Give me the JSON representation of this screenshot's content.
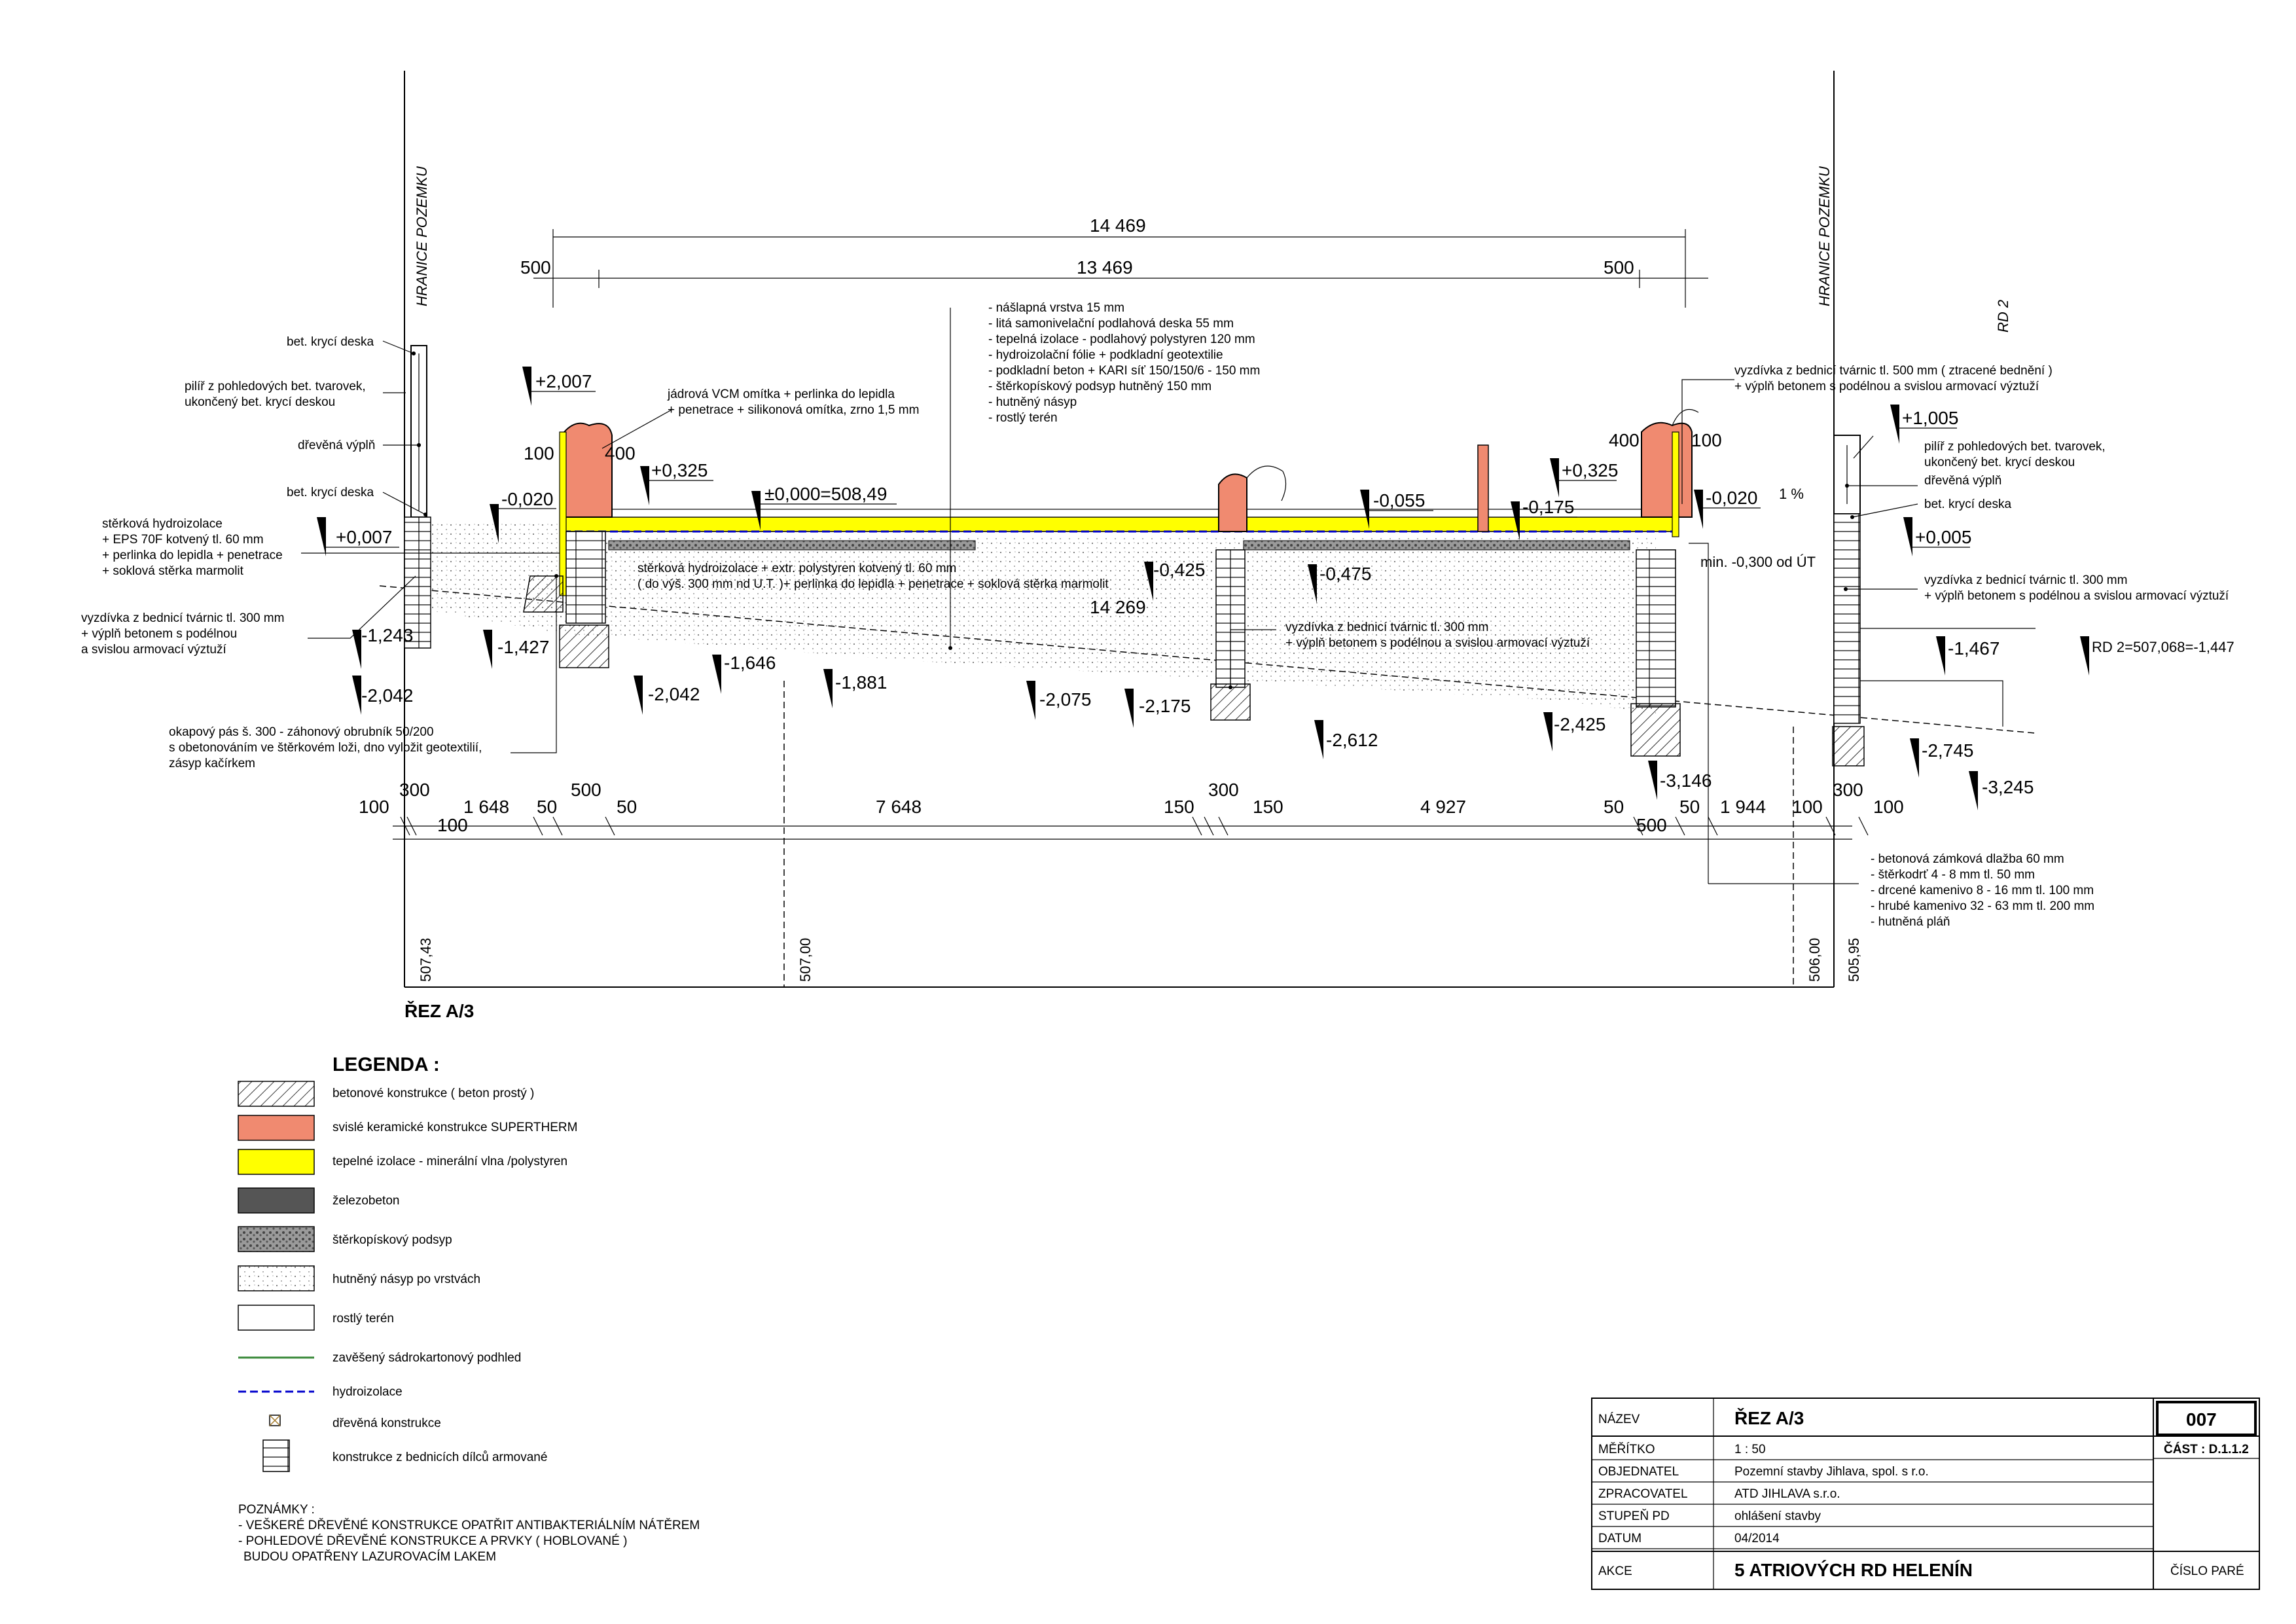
{
  "colors": {
    "concrete": "#ffffff",
    "ceramic": "#f08a70",
    "insulation": "#ffff00",
    "reinforced_concrete": "#555555",
    "gravel": "#7a7a7a",
    "hydro": "#0000cc",
    "ceiling": "#3a8a3a",
    "soil": "#f2f2f2"
  },
  "dimensions": {
    "top_overall": "14 469",
    "top_left_500": "500",
    "top_middle": "13 469",
    "top_right_500": "500",
    "inner_14269": "14 269",
    "bottom": [
      "100",
      "300",
      "1 648",
      "50",
      "500",
      "50",
      "7 648",
      "150",
      "300",
      "150",
      "4 927",
      "50",
      "500",
      "50",
      "1 944",
      "100",
      "300",
      "100"
    ],
    "bottom_100_under": "100",
    "bottom_500_under": "500",
    "wall_left_100": "100",
    "wall_left_400": "400",
    "wall_right_400": "400",
    "wall_right_100": "100"
  },
  "levels": {
    "l_2007": "+2,007",
    "l_0007": "+0,007",
    "l_m0020_left": "-0,020",
    "l_0325_left": "+0,325",
    "l_zero": "±0,000=508,49",
    "l_m0055": "-0,055",
    "l_m0175": "-0,175",
    "l_0325_right": "+0,325",
    "l_m0020_right": "-0,020",
    "slope": "1 %",
    "l_1005": "+1,005",
    "l_0005": "+0,005",
    "l_m0425": "-0,425",
    "l_m0475": "-0,475",
    "min_note": "min. -0,300 od ÚT",
    "l_m1243": "-1,243",
    "l_m1427": "-1,427",
    "l_m2042_a": "-2,042",
    "l_m2042_b": "-2,042",
    "l_m1646": "-1,646",
    "l_m1881": "-1,881",
    "l_m2075": "-2,075",
    "l_m2175": "-2,175",
    "l_m2612": "-2,612",
    "l_m2425": "-2,425",
    "l_m3146": "-3,146",
    "l_m1467": "-1,467",
    "rd2_value": "RD 2=507,068=-1,447",
    "l_m2745": "-2,745",
    "l_m3245": "-3,245"
  },
  "terrain_heights": [
    "507,43",
    "507,00",
    "506,00",
    "505,95"
  ],
  "labels": {
    "boundary_left": "HRANICE POZEMKU",
    "boundary_right": "HRANICE POZEMKU",
    "rd2": "RD 2",
    "section_title": "ŘEZ A/3",
    "left_notes": [
      "bet. krycí deska",
      "pilíř z pohledových bet. tvarovek,",
      "ukončený bet. krycí deskou",
      "dřevěná výplň",
      "bet. krycí deska"
    ],
    "left_hydro": [
      "stěrková hydroizolace",
      "+ EPS 70F kotvený tl. 60 mm",
      "+ perlinka do lepidla + penetrace",
      "+ soklová stěrka marmolit"
    ],
    "left_wall": [
      "vyzdívka z bednicí tvárnic tl. 300 mm",
      "+ výplň betonem s podélnou",
      "a svislou armovací výztuží"
    ],
    "left_gutter": [
      "okapový pás š. 300 - záhonový obrubník 50/200",
      "s obetonováním ve štěrkovém loži, dno vyložit geotextilií,",
      "zásyp kačírkem"
    ],
    "plaster": [
      "jádrová VCM omítka + perlinka do lepidla",
      "+ penetrace + silikonová omítka, zrno 1,5 mm"
    ],
    "floor": [
      "- nášlapná vrstva 15 mm",
      "- litá samonivelační podlahová deska 55 mm",
      "- tepelná izolace - podlahový polystyren 120 mm",
      "- hydroizolační fólie + podkladní geotextilie",
      "- podkladní beton + KARI síť 150/150/6 - 150 mm",
      "- štěrkopískový podsyp hutněný 150 mm",
      "- hutněný násyp",
      "- rostlý terén"
    ],
    "plinth": [
      "stěrková hydroizolace + extr. polystyren kotvený tl. 60 mm",
      "( do výš. 300 mm nd U.T. )+ perlinka do lepidla + penetrace + soklová stěrka marmolit"
    ],
    "mid_wall": [
      "vyzdívka z bednicí tvárnic tl. 300 mm",
      "+ výplň betonem s podélnou a svislou armovací výztuží"
    ],
    "right_wall_top": [
      "vyzdívka z bednicí tvárnic tl. 500 mm ( ztracené bednění )",
      "+ výplň betonem s podélnou a svislou armovací výztuží"
    ],
    "right_notes": [
      "pilíř z pohledových bet. tvarovek,",
      "ukončený bet. krycí deskou",
      "dřevěná výplň",
      "bet. krycí deska"
    ],
    "right_wall": [
      "vyzdívka z bednicí tvárnic tl. 300 mm",
      "+ výplň betonem s podélnou a svislou armovací výztuží"
    ],
    "paving": [
      "- betonová zámková dlažba 60 mm",
      "- štěrkodrť 4 - 8 mm tl. 50 mm",
      "- drcené kamenivo 8 - 16 mm tl. 100 mm",
      "- hrubé kamenivo 32 - 63 mm tl. 200 mm",
      "- hutněná pláň"
    ]
  },
  "legend": {
    "title": "LEGENDA :",
    "items": [
      {
        "label": "betonové konstrukce ( beton prostý )",
        "swatch": "hatch"
      },
      {
        "label": "svislé keramické konstrukce SUPERTHERM",
        "swatch": "ceramic"
      },
      {
        "label": "tepelné izolace - minerální vlna /polystyren",
        "swatch": "insulation"
      },
      {
        "label": "železobeton",
        "swatch": "dark"
      },
      {
        "label": "štěrkopískový podsyp",
        "swatch": "gravel"
      },
      {
        "label": "hutněný násyp po vrstvách",
        "swatch": "dots"
      },
      {
        "label": "rostlý terén",
        "swatch": "empty"
      },
      {
        "label": "zavěšený sádrokartonový podhled",
        "swatch": "green-line"
      },
      {
        "label": "hydroizolace",
        "swatch": "blue-dash"
      },
      {
        "label": "dřevěná konstrukce",
        "swatch": "wood"
      },
      {
        "label": "konstrukce z bednicích dílců armované",
        "swatch": "blocks"
      }
    ]
  },
  "notes": {
    "title": "POZNÁMKY :",
    "lines": [
      "- VEŠKERÉ DŘEVĚNÉ KONSTRUKCE OPATŘIT ANTIBAKTERIÁLNÍM NÁTĚREM",
      "- POHLEDOVÉ DŘEVĚNÉ KONSTRUKCE A PRVKY ( HOBLOVANÉ )",
      "BUDOU OPATŘENY LAZUROVACÍM LAKEM"
    ]
  },
  "title_block": {
    "rows": [
      {
        "key": "NÁZEV",
        "value": "ŘEZ A/3"
      },
      {
        "key": "MĚŘÍTKO",
        "value": "1 :  50"
      },
      {
        "key": "OBJEDNATEL",
        "value": "Pozemní stavby Jihlava, spol. s r.o."
      },
      {
        "key": "ZPRACOVATEL",
        "value": "ATD JIHLAVA s.r.o."
      },
      {
        "key": "STUPEŇ PD",
        "value": "ohlášení stavby"
      },
      {
        "key": "DATUM",
        "value": "04/2014"
      },
      {
        "key": "AKCE",
        "value": "5 ATRIOVÝCH RD HELENÍN"
      }
    ],
    "sheet_number": "007",
    "part": "ČÁST : D.1.1.2",
    "copy_label": "ČÍSLO PARÉ"
  }
}
